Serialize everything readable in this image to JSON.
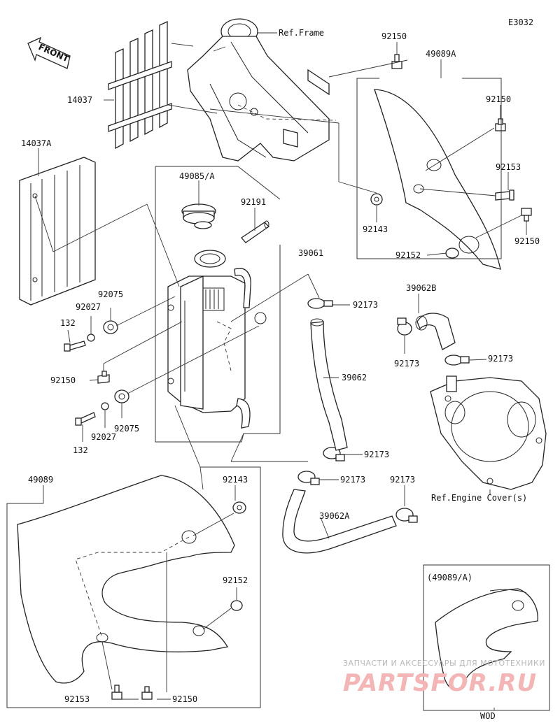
{
  "diagram_code": "E3032",
  "front_arrow": "FRONT",
  "labels": {
    "ref_frame": "Ref.Frame",
    "p92150_top": "92150",
    "p49089a": "49089A",
    "p14037": "14037",
    "p92150_r1": "92150",
    "p14037a": "14037A",
    "p49085a": "49085/A",
    "p92153_r": "92153",
    "p92191": "92191",
    "p92143_r": "92143",
    "p92150_r2": "92150",
    "p39061": "39061",
    "p92152_r": "92152",
    "p92075_1": "92075",
    "p92027_1": "92027",
    "p132_1": "132",
    "p92173_1": "92173",
    "p39062b": "39062B",
    "p92173_2": "92173",
    "p92173_3": "92173",
    "p92150_l": "92150",
    "p39062": "39062",
    "p132_2": "132",
    "p92027_2": "92027",
    "p92075_2": "92075",
    "p92173_4": "92173",
    "p49089": "49089",
    "p92143_l": "92143",
    "p92173_5": "92173",
    "p92173_6": "92173",
    "ref_engine_cover": "Ref.Engine Cover(s)",
    "p39062a": "39062A",
    "p92152_l": "92152",
    "inset_title": "(49089/A)",
    "p92153_b": "92153",
    "p92150_b": "92150",
    "inset_variant": "WOD"
  },
  "watermark": {
    "line1": "ЗАПЧАСТИ И АКСЕССУАРЫ ДЛЯ МОТОТЕХНИКИ",
    "line2": "PARTSFOR.RU"
  }
}
